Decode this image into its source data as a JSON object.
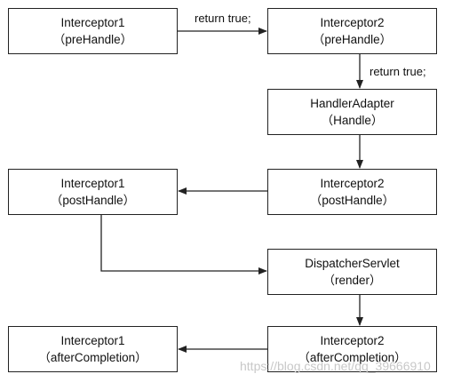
{
  "nodes": [
    {
      "id": "interceptor1-prehandle",
      "title": "Interceptor1",
      "method": "（preHandle）"
    },
    {
      "id": "interceptor2-prehandle",
      "title": "Interceptor2",
      "method": "（preHandle）"
    },
    {
      "id": "handleradapter-handle",
      "title": "HandlerAdapter",
      "method": "（Handle）"
    },
    {
      "id": "interceptor1-posthandle",
      "title": "Interceptor1",
      "method": "（postHandle）"
    },
    {
      "id": "interceptor2-posthandle",
      "title": "Interceptor2",
      "method": "（postHandle）"
    },
    {
      "id": "dispatcherservlet-render",
      "title": "DispatcherServlet",
      "method": "（render）"
    },
    {
      "id": "interceptor1-aftercompletion",
      "title": "Interceptor1",
      "method": "（afterCompletion）"
    },
    {
      "id": "interceptor2-aftercompletion",
      "title": "Interceptor2",
      "method": "（afterCompletion）"
    }
  ],
  "edges": [
    {
      "from": "interceptor1-prehandle",
      "to": "interceptor2-prehandle",
      "label": "return true;"
    },
    {
      "from": "interceptor2-prehandle",
      "to": "handleradapter-handle",
      "label": "return true;"
    },
    {
      "from": "handleradapter-handle",
      "to": "interceptor2-posthandle",
      "label": ""
    },
    {
      "from": "interceptor2-posthandle",
      "to": "interceptor1-posthandle",
      "label": ""
    },
    {
      "from": "interceptor1-posthandle",
      "to": "dispatcherservlet-render",
      "label": ""
    },
    {
      "from": "dispatcherservlet-render",
      "to": "interceptor2-aftercompletion",
      "label": ""
    },
    {
      "from": "interceptor2-aftercompletion",
      "to": "interceptor1-aftercompletion",
      "label": ""
    }
  ],
  "watermark": "https://blog.csdn.net/qq_39666910",
  "colors": {
    "stroke": "#222222",
    "text": "#111111",
    "watermark": "#c8c8c8",
    "background": "#ffffff"
  }
}
